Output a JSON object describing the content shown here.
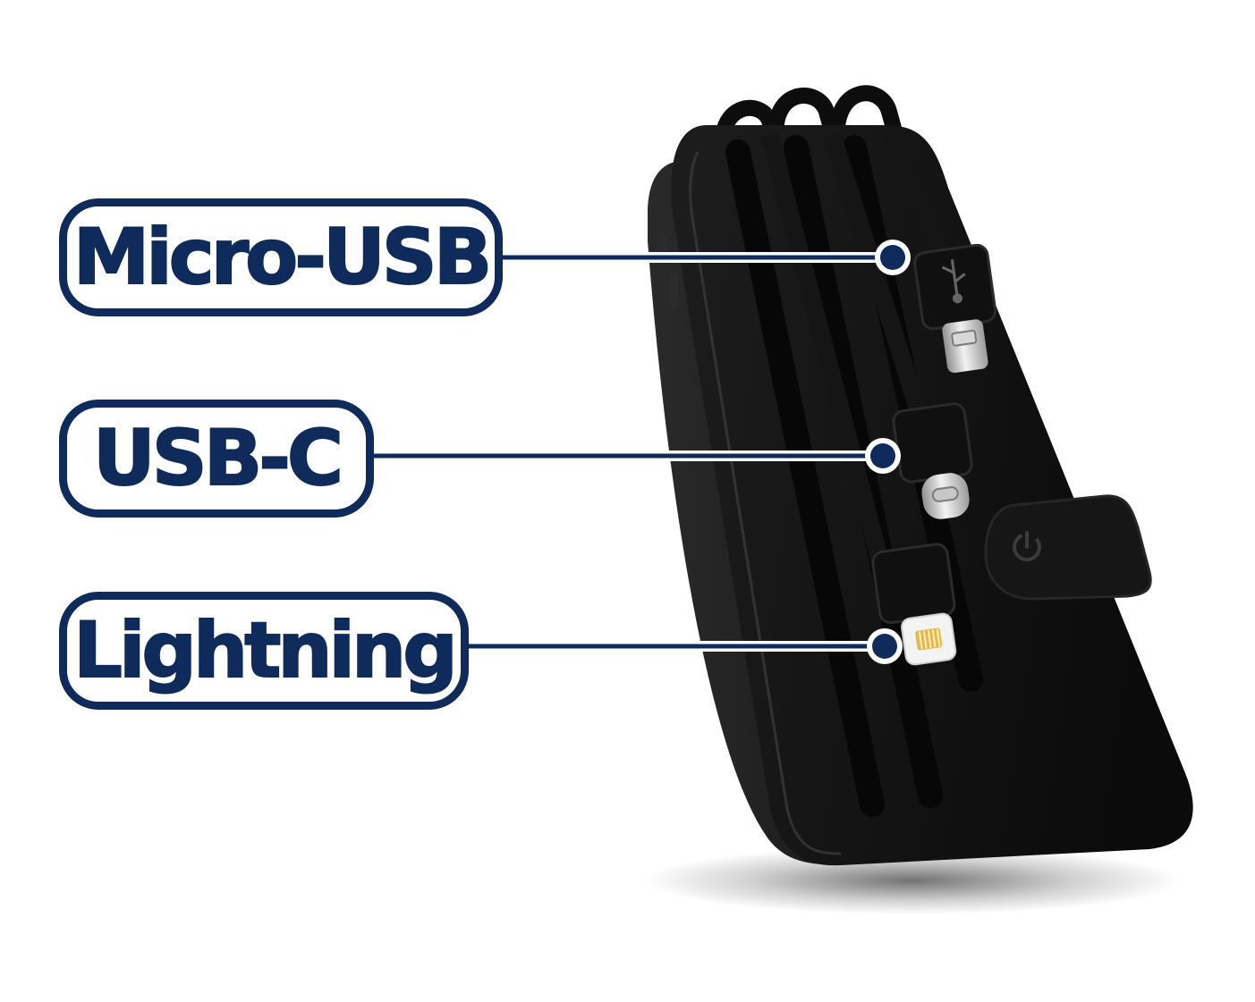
{
  "image": {
    "subject": "power-bank-with-built-in-cables",
    "background_color": "#ffffff",
    "accent_color": "#0f2b5b",
    "device_color": "#111111"
  },
  "callouts": [
    {
      "id": "micro",
      "label": "Micro-USB",
      "connector": "micro-usb-plug"
    },
    {
      "id": "usbc",
      "label": "USB-C",
      "connector": "usb-c-plug"
    },
    {
      "id": "lightning",
      "label": "Lightning",
      "connector": "lightning-plug"
    }
  ],
  "icons": {
    "power_button": "power-icon",
    "usb_logo": "usb-trident-icon"
  }
}
